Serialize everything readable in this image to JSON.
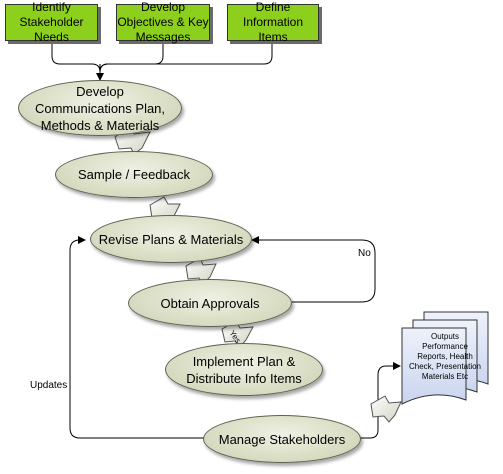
{
  "boxes": [
    {
      "text": "Identify Stakeholder Needs"
    },
    {
      "text": "Develop Objectives & Key Messages"
    },
    {
      "text": "Define Information Items"
    }
  ],
  "steps": [
    {
      "text": "Develop Communications Plan, Methods & Materials"
    },
    {
      "text": "Sample / Feedback"
    },
    {
      "text": "Revise Plans & Materials"
    },
    {
      "text": "Obtain Approvals"
    },
    {
      "text": "Implement Plan & Distribute Info Items"
    },
    {
      "text": "Manage Stakeholders"
    }
  ],
  "labels": {
    "no": "No",
    "yes": "Yes",
    "updates": "Updates"
  },
  "document": {
    "text": "Outputs Performance Reports, Health Check, Presentation Materials Etc"
  },
  "colors": {
    "box_fill": "#8ccf1d",
    "oval_fill": "#dfe3cc",
    "doc_fill": "#dfe6f6"
  }
}
